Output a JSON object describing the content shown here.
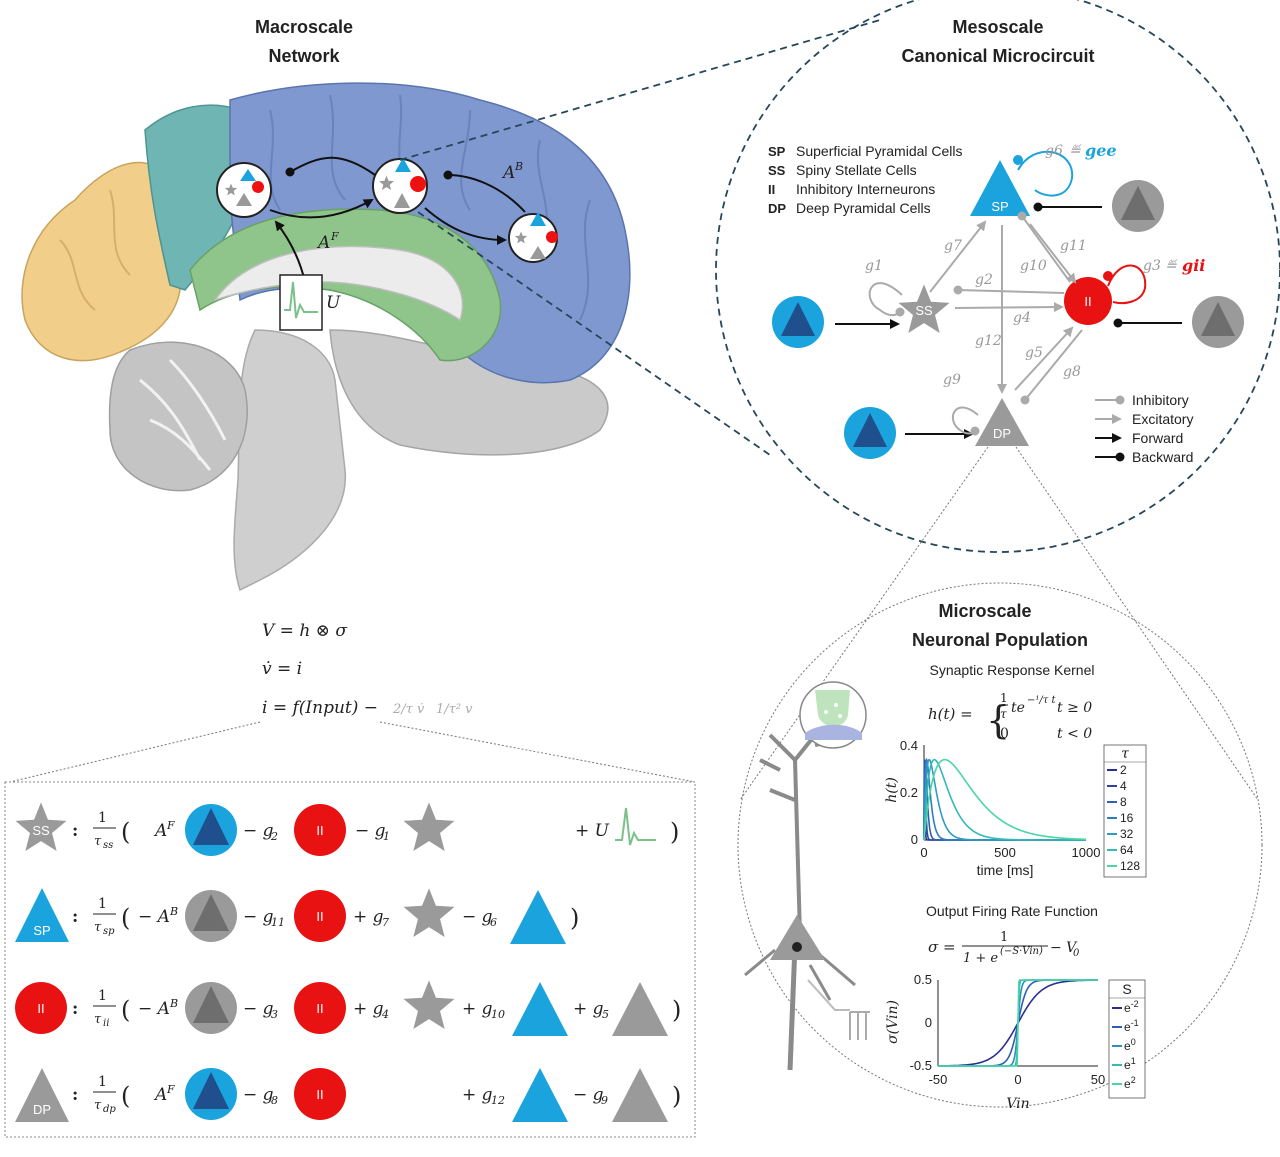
{
  "titles": {
    "macro_1": "Macroscale",
    "macro_2": "Network",
    "meso_1": "Mesoscale",
    "meso_2": "Canonical Microcircuit",
    "micro_1": "Microscale",
    "micro_2": "Neuronal Population"
  },
  "cell_legend": [
    {
      "abbr": "SP",
      "name": "Superficial Pyramidal Cells"
    },
    {
      "abbr": "SS",
      "name": "Spiny Stellate Cells"
    },
    {
      "abbr": "II",
      "name": "Inhibitory Interneurons"
    },
    {
      "abbr": "DP",
      "name": "Deep Pyramidal Cells"
    }
  ],
  "connection_legend": [
    "Inhibitory",
    "Excitatory",
    "Forward",
    "Backward"
  ],
  "nodes": {
    "sp": "SP",
    "ss": "SS",
    "ii": "II",
    "dp": "DP"
  },
  "gains": {
    "g1": "g1",
    "g2": "g2",
    "g3": "g3",
    "g4": "g4",
    "g5": "g5",
    "g6": "g6",
    "g7": "g7",
    "g8": "g8",
    "g9": "g9",
    "g10": "g10",
    "g11": "g11",
    "g12": "g12",
    "gee": "gee",
    "gii": "gii"
  },
  "brain_labels": {
    "af": "A",
    "ab": "A",
    "sup_f": "F",
    "sup_b": "B",
    "u": "U"
  },
  "equations": {
    "eq1": "V = h ⊗ σ",
    "eq2": "v̇ = i",
    "eq3": "i = f(Input) −",
    "eq3_t1": "2/τ v̇",
    "eq3_t2": "1/τ² v"
  },
  "panel_eqs": [
    {
      "node": "SS",
      "tau": "ss"
    },
    {
      "node": "SP",
      "tau": "sp"
    },
    {
      "node": "II",
      "tau": "ii"
    },
    {
      "node": "DP",
      "tau": "dp"
    }
  ],
  "kernel": {
    "title": "Synaptic Response Kernel",
    "eq_lhs": "h(t) =",
    "case1": "t ≥ 0",
    "case2": "t < 0",
    "ylabel": "h(t)",
    "xlabel": "time [ms]",
    "legend_title": "τ",
    "xticks": [
      "0",
      "500",
      "1000"
    ],
    "yticks": [
      "0",
      "0.2",
      "0.4"
    ]
  },
  "sigmoid": {
    "title": "Output Firing Rate Function",
    "eq_lhs": "σ =",
    "eq_minus": "− V",
    "ylabel": "σ(Vin)",
    "xlabel": "Vin",
    "legend_title": "S",
    "xticks": [
      "-50",
      "0",
      "50"
    ],
    "yticks": [
      "0.5",
      "0",
      "-0.5"
    ]
  },
  "chart_data": [
    {
      "type": "line",
      "title": "Synaptic Response Kernel",
      "xlabel": "time [ms]",
      "ylabel": "h(t)",
      "xlim": [
        0,
        1000
      ],
      "ylim": [
        0,
        0.4
      ],
      "legend_title": "τ",
      "series": [
        {
          "name": "2",
          "tau": 2,
          "color": "#2b2f8f"
        },
        {
          "name": "4",
          "tau": 4,
          "color": "#2d45a0"
        },
        {
          "name": "8",
          "tau": 8,
          "color": "#2f5fb0"
        },
        {
          "name": "16",
          "tau": 16,
          "color": "#2f7ebc"
        },
        {
          "name": "32",
          "tau": 32,
          "color": "#2f9cc0"
        },
        {
          "name": "64",
          "tau": 64,
          "color": "#33b9b8"
        },
        {
          "name": "128",
          "tau": 128,
          "color": "#49d6a6"
        }
      ]
    },
    {
      "type": "line",
      "title": "Output Firing Rate Function",
      "xlabel": "Vin",
      "ylabel": "σ(Vin)",
      "xlim": [
        -50,
        50
      ],
      "ylim": [
        -0.5,
        0.5
      ],
      "legend_title": "S",
      "series": [
        {
          "name": "e-2",
          "base": "e",
          "exp": "-2",
          "s": 0.135,
          "color": "#2b2f8f"
        },
        {
          "name": "e-1",
          "base": "e",
          "exp": "-1",
          "s": 0.368,
          "color": "#2f5fb0"
        },
        {
          "name": "e0",
          "base": "e",
          "exp": "0",
          "s": 1.0,
          "color": "#2f8fbf"
        },
        {
          "name": "e1",
          "base": "e",
          "exp": "1",
          "s": 2.718,
          "color": "#33b9b8"
        },
        {
          "name": "e2",
          "base": "e",
          "exp": "2",
          "s": 7.389,
          "color": "#49d6a6"
        }
      ]
    }
  ]
}
